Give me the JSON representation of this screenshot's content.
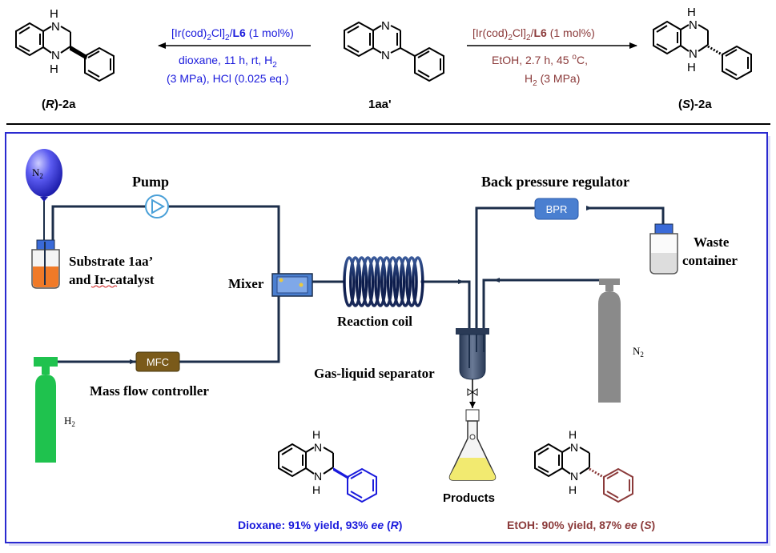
{
  "scheme": {
    "left_product": {
      "atoms": [
        "H",
        "N",
        "N",
        "H"
      ],
      "label_prefix": "(",
      "label_stereo": "R",
      "label_suffix": ")-2a"
    },
    "substrate": {
      "atoms": [
        "N",
        "N"
      ],
      "label": "1aa'"
    },
    "right_product": {
      "atoms": [
        "H",
        "N",
        "N",
        "H"
      ],
      "label_prefix": "(",
      "label_stereo": "S",
      "label_suffix": ")-2a"
    },
    "left_conditions": {
      "catalyst_a": "[Ir(cod)",
      "sub_a": "2",
      "catalyst_b": "Cl]",
      "sub_b": "2",
      "catalyst_c": "/",
      "ligand": "L6",
      "loading": " (1 mol%)",
      "line2": "dioxane, 11 h, rt,  H",
      "line2_sub": "2",
      "line3": "(3 MPa), HCl (0.025 eq.)"
    },
    "right_conditions": {
      "catalyst_a": "[Ir(cod)",
      "sub_a": "2",
      "catalyst_b": "Cl]",
      "sub_b": "2",
      "catalyst_c": "/",
      "ligand": "L6",
      "loading": " (1 mol%)",
      "line2_a": "EtOH, 2.7 h, 45 ",
      "line2_sup": "o",
      "line2_b": "C,",
      "line3_a": "H",
      "line3_sub": "2",
      "line3_b": " (3 MPa)"
    }
  },
  "flow": {
    "n2_balloon": {
      "text": "N",
      "sub": "2"
    },
    "pump": "Pump",
    "substrate_line1": "Substrate 1aa’",
    "substrate_line2": "and Ir-catalyst",
    "mixer": "Mixer",
    "mfc_box": "MFC",
    "mfc_label": "Mass flow controller",
    "h2_cylinder": {
      "text": "H",
      "sub": "2"
    },
    "reaction_coil": "Reaction coil",
    "bpr_title": "Back pressure regulator",
    "bpr_box": "BPR",
    "waste_line1": "Waste",
    "waste_line2": "container",
    "separator": "Gas-liquid separator",
    "n2_cylinder": {
      "text": "N",
      "sub": "2"
    },
    "products": "Products",
    "result_dioxane": {
      "prefix": "Dioxane: 91% yield, 93% ",
      "ee": "ee",
      "mid": " (",
      "stereo": "R",
      "suffix": ")"
    },
    "result_etoh": {
      "prefix": "EtOH: 90% yield, 87% ",
      "ee": "ee",
      "mid": " (",
      "stereo": "S",
      "suffix": ")"
    },
    "result_structures": {
      "atoms": [
        "H",
        "N",
        "N",
        "H"
      ]
    }
  },
  "colors": {
    "dioxane": "#1a1adc",
    "etoh": "#8b3a3a",
    "frame": "#2a2ad0",
    "tube": "#1c2e4a",
    "h2_cylinder": "#1fc24e",
    "n2_cylinder": "#8a8a8a",
    "boxes": "#4a7fd0",
    "mfc": "#7a5a1a",
    "substrate_liquid": "#f07a28",
    "product_liquid": "#f2ea70"
  }
}
